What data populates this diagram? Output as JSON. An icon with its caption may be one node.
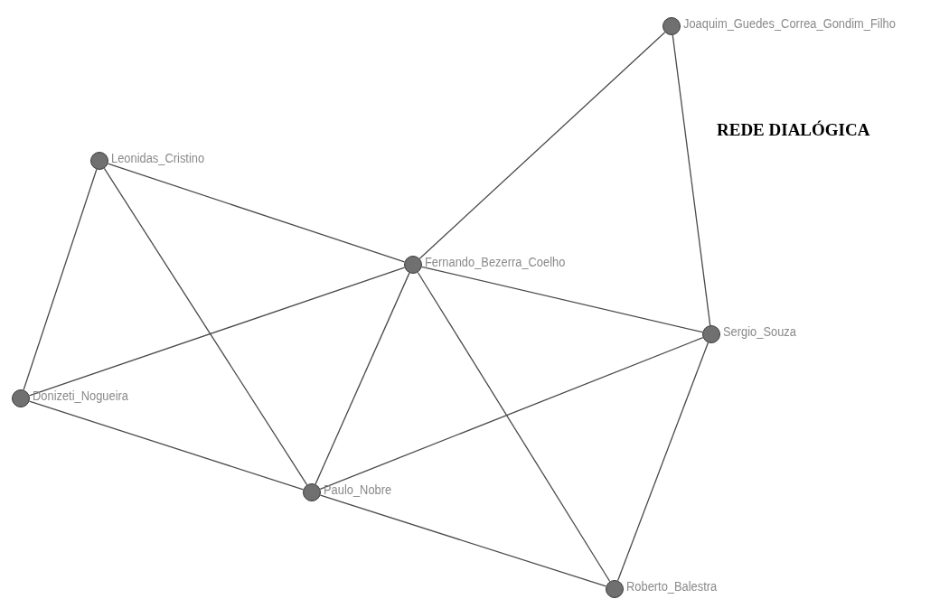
{
  "diagram": {
    "title": "REDE DIALÓGICA",
    "nodes": [
      {
        "text": [],
        "shape": "circle",
        "beside": [
          "Joaquim_Guedes_Correa_Gondim_Filho"
        ]
      },
      {
        "text": [],
        "shape": "circle",
        "beside": [
          "Leonidas_Cristino"
        ]
      },
      {
        "text": [],
        "shape": "circle",
        "beside": [
          "Fernando_Bezerra_Coelho"
        ]
      },
      {
        "text": [],
        "shape": "circle",
        "beside": [
          "Sergio_Souza"
        ]
      },
      {
        "text": [],
        "shape": "circle",
        "beside": [
          "Donizeti_Nogueira"
        ]
      },
      {
        "text": [],
        "shape": "circle",
        "beside": [
          "Paulo_Nobre"
        ]
      },
      {
        "text": [],
        "shape": "circle",
        "beside": [
          "Roberto_Balestra"
        ]
      }
    ],
    "edges": [
      {
        "from": 0,
        "to": 2,
        "arrow": "none"
      },
      {
        "from": 0,
        "to": 3,
        "arrow": "none"
      },
      {
        "from": 1,
        "to": 2,
        "arrow": "none"
      },
      {
        "from": 1,
        "to": 4,
        "arrow": "none"
      },
      {
        "from": 1,
        "to": 5,
        "arrow": "none"
      },
      {
        "from": 2,
        "to": 4,
        "arrow": "none"
      },
      {
        "from": 2,
        "to": 3,
        "arrow": "none"
      },
      {
        "from": 2,
        "to": 5,
        "arrow": "none"
      },
      {
        "from": 2,
        "to": 6,
        "arrow": "none"
      },
      {
        "from": 3,
        "to": 5,
        "arrow": "none"
      },
      {
        "from": 3,
        "to": 6,
        "arrow": "none"
      },
      {
        "from": 4,
        "to": 5,
        "arrow": "none"
      },
      {
        "from": 5,
        "to": 6,
        "arrow": "none"
      }
    ]
  }
}
